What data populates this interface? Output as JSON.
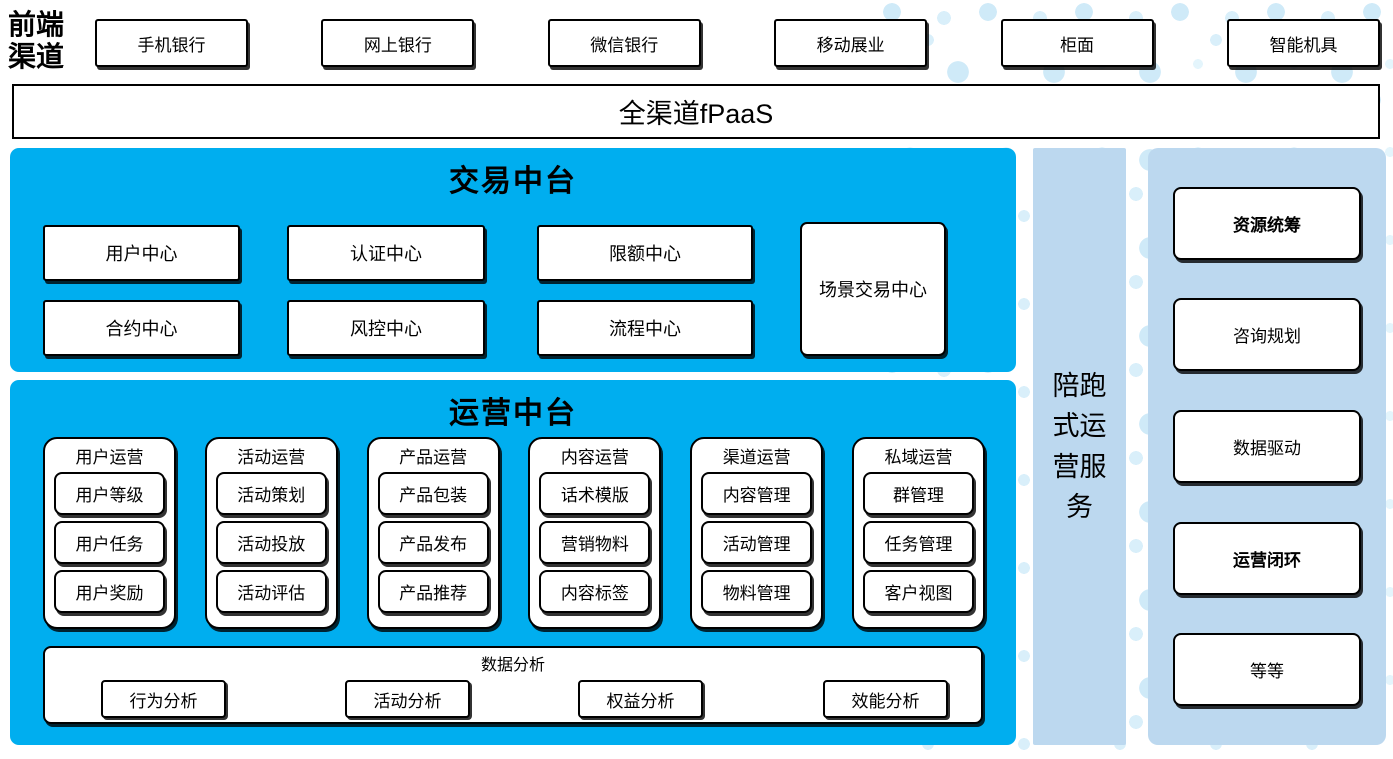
{
  "frontend": {
    "label": "前端渠道",
    "channels": [
      "手机银行",
      "网上银行",
      "微信银行",
      "移动展业",
      "柜面",
      "智能机具"
    ]
  },
  "fpaas": {
    "label": "全渠道fPaaS"
  },
  "transaction": {
    "title": "交易中台",
    "centers_row1": [
      "用户中心",
      "认证中心",
      "限额中心"
    ],
    "centers_row2": [
      "合约中心",
      "风控中心",
      "流程中心"
    ],
    "scene_center": "场景交易中心"
  },
  "operations": {
    "title": "运营中台",
    "groups": [
      {
        "title": "用户运营",
        "items": [
          "用户等级",
          "用户任务",
          "用户奖励"
        ]
      },
      {
        "title": "活动运营",
        "items": [
          "活动策划",
          "活动投放",
          "活动评估"
        ]
      },
      {
        "title": "产品运营",
        "items": [
          "产品包装",
          "产品发布",
          "产品推荐"
        ]
      },
      {
        "title": "内容运营",
        "items": [
          "话术模版",
          "营销物料",
          "内容标签"
        ]
      },
      {
        "title": "渠道运营",
        "items": [
          "内容管理",
          "活动管理",
          "物料管理"
        ]
      },
      {
        "title": "私域运营",
        "items": [
          "群管理",
          "任务管理",
          "客户视图"
        ]
      }
    ],
    "analysis": {
      "title": "数据分析",
      "items": [
        "行为分析",
        "活动分析",
        "权益分析",
        "效能分析"
      ]
    }
  },
  "accompany": {
    "label": "陪跑式运营服务"
  },
  "services": {
    "items": [
      {
        "label": "资源统筹"
      },
      {
        "label": "咨询规划"
      },
      {
        "label": "数据驱动"
      },
      {
        "label": "运营闭环"
      },
      {
        "label": "等等"
      }
    ]
  },
  "colors": {
    "primary_blue": "#00AEEF",
    "light_blue": "#BCD8EF",
    "dot_blue": "#CFEAF8"
  }
}
